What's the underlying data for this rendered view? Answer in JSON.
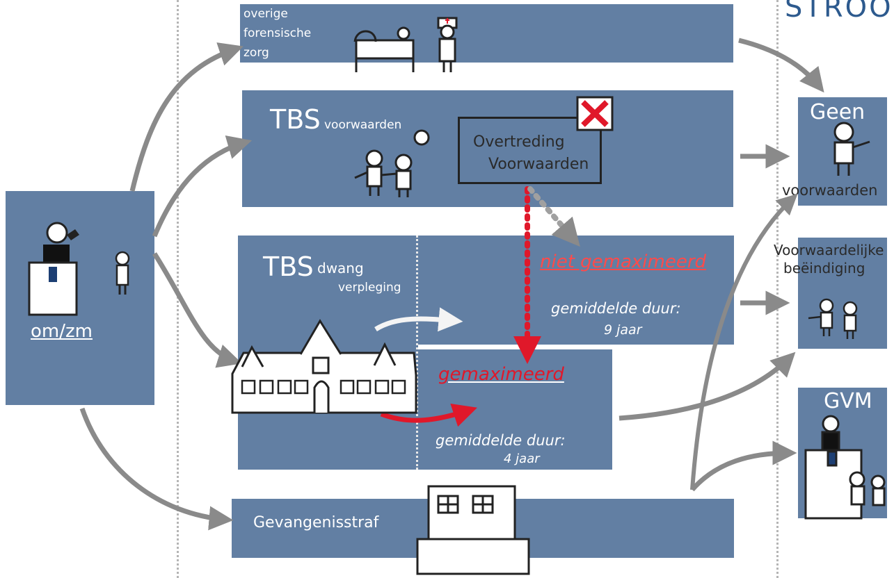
{
  "header": {
    "corner_title": "STROOM"
  },
  "left_box": {
    "label": "om/zm"
  },
  "overige": {
    "line1": "overige",
    "line2": "forensische",
    "line3": "zorg"
  },
  "tbs_voorwaarden": {
    "tbs": "TBS",
    "suffix": "voorwaarden"
  },
  "overtreding": {
    "line1": "Overtreding",
    "line2": "Voorwaarden"
  },
  "tbs_dwang": {
    "tbs": "TBS",
    "line1": "dwang",
    "line2": "verpleging"
  },
  "niet_gemaximeerd": {
    "title": "niet gemaximeerd",
    "line1": "gemiddelde duur:",
    "line2": "9 jaar"
  },
  "gemaximeerd": {
    "title": "gemaximeerd",
    "line1": "gemiddelde duur:",
    "line2": "4 jaar"
  },
  "gevangenis": {
    "label": "Gevangenisstraf"
  },
  "outcomes": {
    "geen_top": "Geen",
    "geen_bottom": "voorwaarden",
    "voorwaardelijke_1": "Voorwaardelijke",
    "voorwaardelijke_2": "beëindiging",
    "gvm": "GVM"
  },
  "colors": {
    "panel": "#627fa3",
    "arrow": "#8a8a8a",
    "red": "#e0182a",
    "title_blue": "#2d5a8e"
  }
}
